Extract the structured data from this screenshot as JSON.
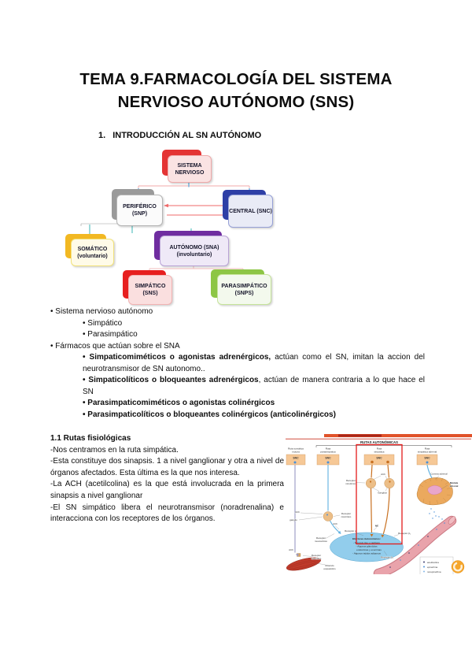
{
  "page": {
    "title_line1": "TEMA 9.FARMACOLOGÍA DEL SISTEMA",
    "title_line2": "NERVIOSO AUTÓNOMO (SNS)",
    "heading1_num": "1.",
    "heading1_text": "INTRODUCCIÓN AL SN AUTÓNOMO"
  },
  "concept_map": {
    "nodes": {
      "sistema": {
        "line1": "SISTEMA",
        "line2": "NERVIOSO",
        "accent": "#e43434"
      },
      "periferico": {
        "line1": "PERIFÉRICO",
        "line2": "(SNP)",
        "accent": "#9a9a9a"
      },
      "central": {
        "line1": "CENTRAL (SNC)",
        "accent": "#2e3fa6"
      },
      "autonomo": {
        "line1": "AUTÓNOMO (SNA)",
        "line2": "(involuntario)",
        "accent": "#6f2da0"
      },
      "somatico": {
        "line1": "SOMÁTICO",
        "line2": "(voluntario)",
        "accent": "#f2b822"
      },
      "simpatico": {
        "line1": "SIMPÁTICO",
        "line2": "(SNS)",
        "accent": "#e71f1f"
      },
      "parasimpatico": {
        "line1": "PARASIMPÁTICO",
        "line2": "(SNPS)",
        "accent": "#8dc645"
      }
    }
  },
  "bullets": {
    "item1": "• Sistema nervioso autónomo",
    "sub1": "• Simpático",
    "sub2": "• Parasimpático",
    "item2": "• Fármacos que actúan sobre el SNA",
    "drug1_bold": "• Simpaticomiméticos o agonistas adrenérgicos,",
    "drug1_rest": " actúan como el SN, imitan la accion del neurotransmisor de SN autonomo..",
    "drug2_bold": "• Simpaticolíticos o bloqueantes adrenérgicos",
    "drug2_rest": ", actúan de manera contraria a lo que hace el SN",
    "drug3_bold": "• Parasimpaticomiméticos o agonistas colinérgicos",
    "drug4_bold": "• Parasimpaticolíticos o bloqueantes colinérgicos (anticolinérgicos)"
  },
  "section11": {
    "heading": "1.1 Rutas fisiológicas",
    "p1": "-Nos centramos en la ruta simpática.",
    "p2": "-Esta constituye dos sinapsis. 1 a nivel ganglionar y otra a nivel de órganos afectados. Esta última es la que nos interesa.",
    "p3": "-La ACH (acetilcolina) es la que está involucrada en la primera sinapsis a nivel ganglionar",
    "p4": "-El SN simpático libera el neurotransmisor (noradrenalina) e interacciona con los receptores de los órganos."
  },
  "figure": {
    "title": "RUTAS AUTONÓMICAS",
    "snc": "SNC",
    "columns": {
      "c1l1": "Ruta somática",
      "c1l2": "motora",
      "c2l1": "Ruta",
      "c2l2": "parasimpática",
      "c3l1": "Ruta",
      "c3l2": "simpática",
      "c4l1": "Ruta",
      "c4l2": "simpática adrenal"
    },
    "labels": {
      "ach": "ACh",
      "ganglio": "ganglio",
      "ganglios": "Ganglios",
      "receptor": "Receptor",
      "nicotinico": "nicotínico",
      "muscarinico": "muscarínico",
      "ne": "NE",
      "receptor_a1": "Receptor α₁",
      "receptor_b1": "Receptor β₁",
      "receptor_b2": "Receptor β₂",
      "corteza": "Corteza adrenal",
      "medula1": "Médula",
      "medula2": "adrenal",
      "musculo1": "Músculo",
      "musculo2": "esquelético",
      "ef_title": "Efectores Autonómicos:",
      "ef1": "- Músculo liso y cardíaco",
      "ef2": "- Algunas glándulas",
      "ef3": "endocrinas y exocrinas",
      "ef4": "- Algunos tejidos adiposos"
    },
    "legend": {
      "l1": "acetilcolina",
      "l2": "epinefrina",
      "l3": "norepinefrina"
    },
    "highlight_color": "#e31b1b"
  }
}
